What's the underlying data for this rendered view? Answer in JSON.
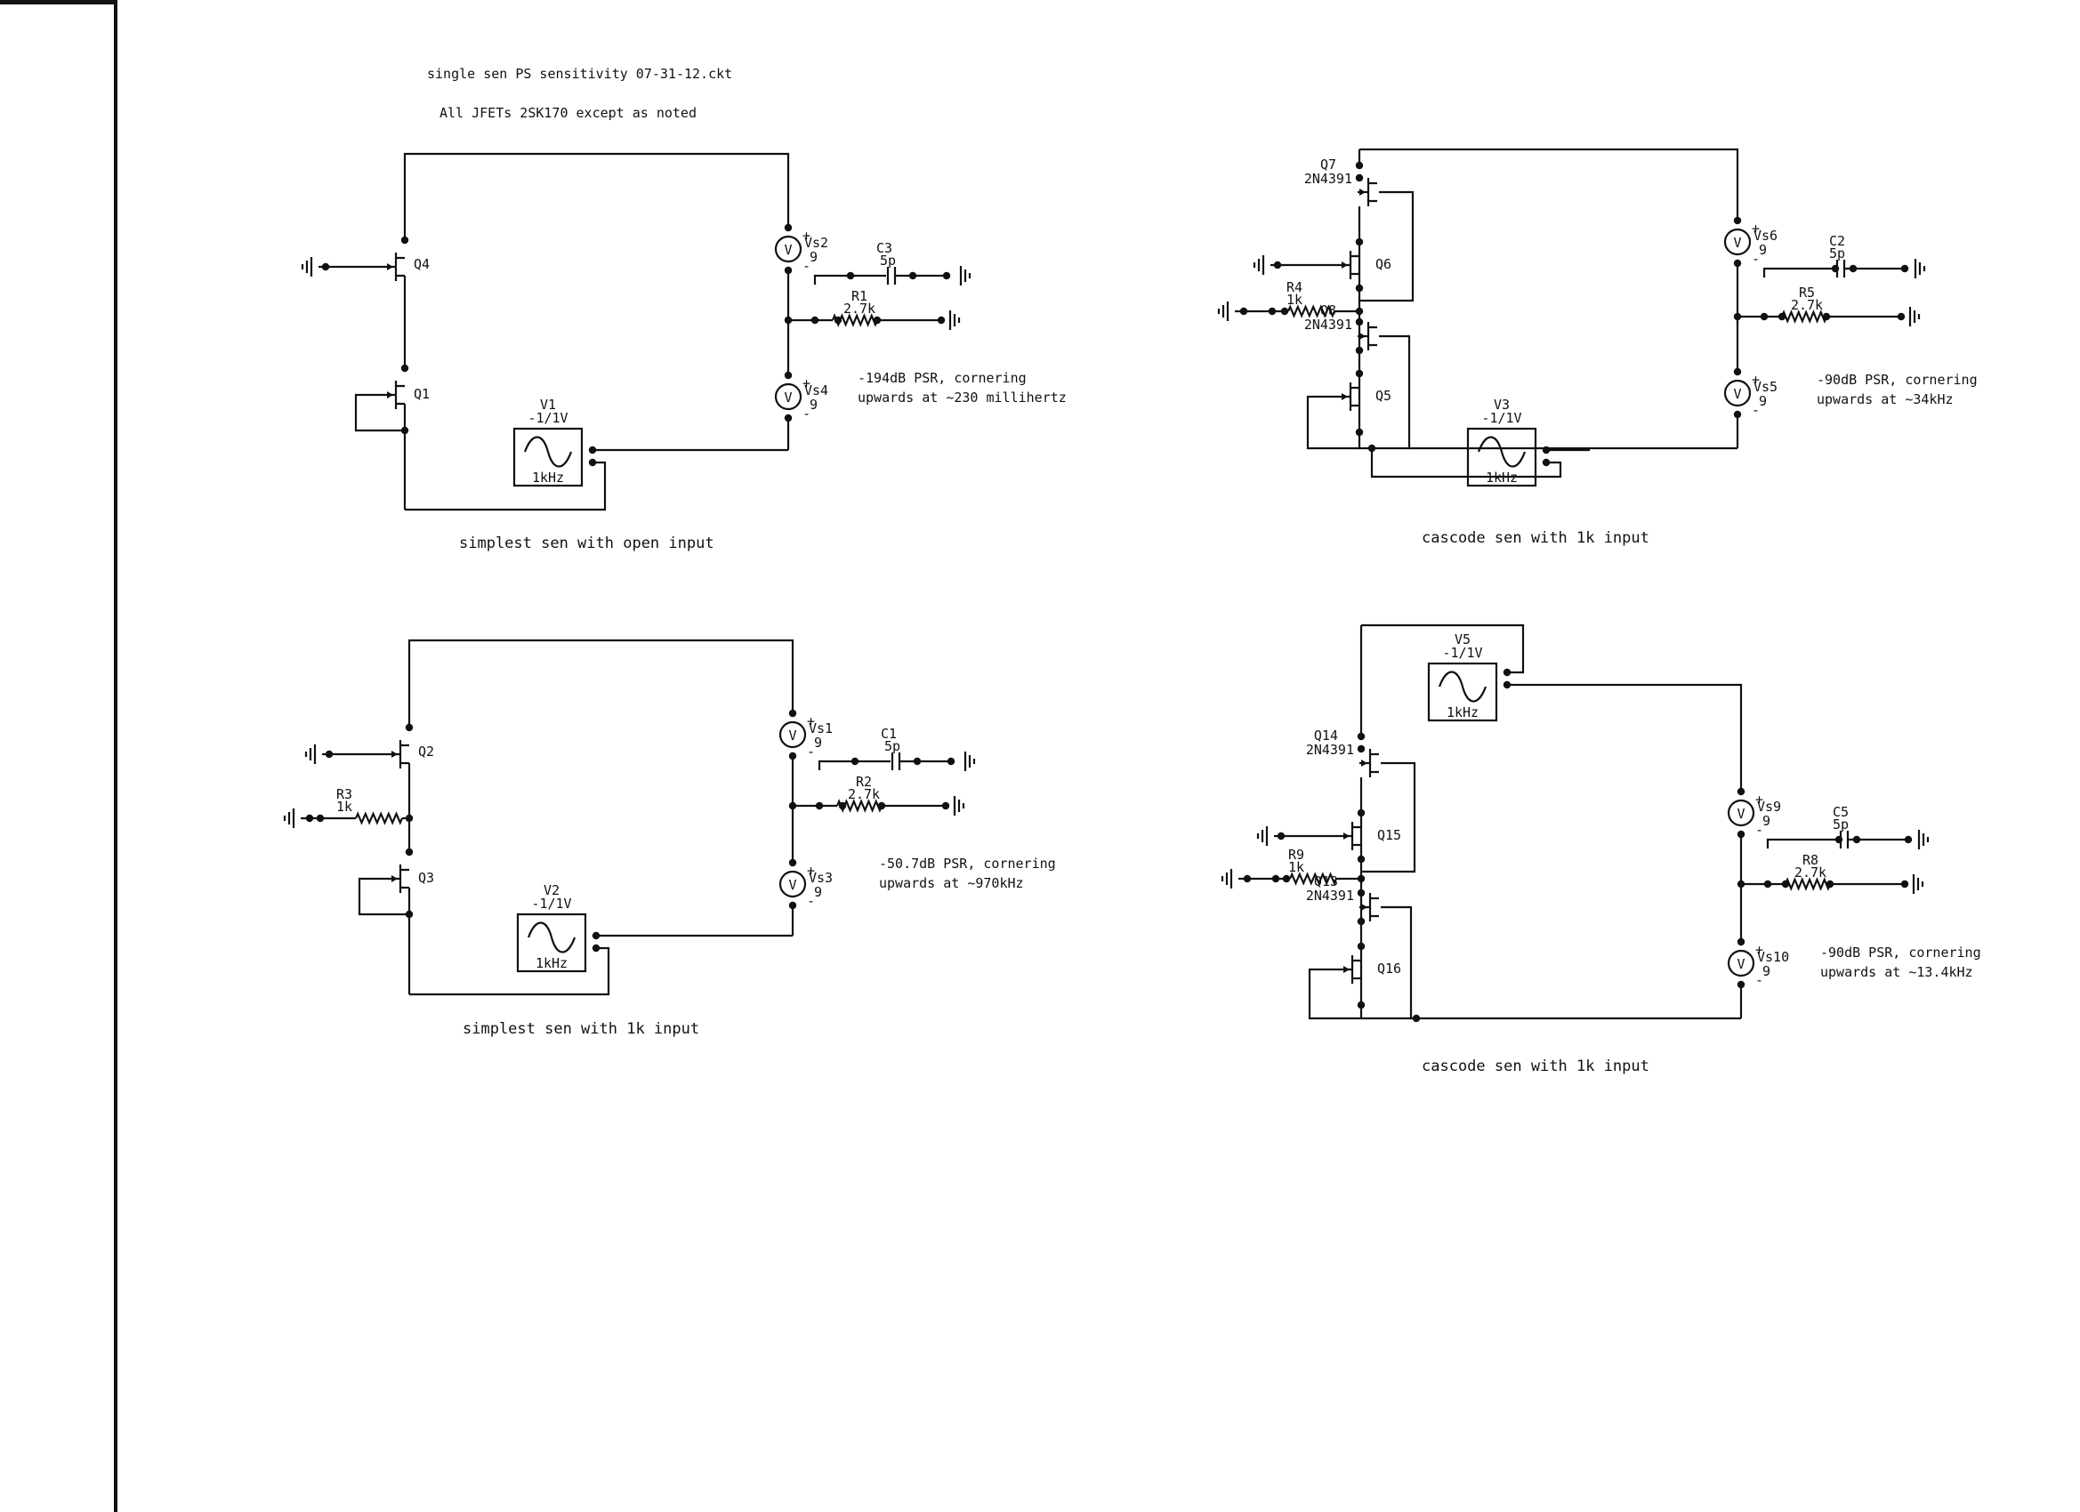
{
  "header": {
    "filename": "single sen PS sensitivity 07-31-12.ckt",
    "note": "All JFETs 2SK170 except as noted"
  },
  "circuits": [
    {
      "caption": "simplest sen with open input",
      "psr_note": [
        "-194dB PSR, cornering",
        "upwards at ~230 millihertz"
      ],
      "parts": {
        "q_top": "Q4",
        "q_bot": "Q1",
        "vs_top": "Vs2",
        "vs_top_val": "9",
        "vs_bot": "Vs4",
        "vs_bot_val": "9",
        "cap": "C3",
        "cap_val": "5p",
        "res": "R1",
        "res_val": "2.7k",
        "src": "V1",
        "src_amp": "-1/1V",
        "src_freq": "1kHz",
        "volt_symbol": "V"
      }
    },
    {
      "caption": "simplest sen with 1k input",
      "psr_note": [
        "-50.7dB PSR, cornering",
        "upwards at ~970kHz"
      ],
      "parts": {
        "q_top": "Q2",
        "q_bot": "Q3",
        "in_res": "R3",
        "in_res_val": "1k",
        "vs_top": "Vs1",
        "vs_top_val": "9",
        "vs_bot": "Vs3",
        "vs_bot_val": "9",
        "cap": "C1",
        "cap_val": "5p",
        "res": "R2",
        "res_val": "2.7k",
        "src": "V2",
        "src_amp": "-1/1V",
        "src_freq": "1kHz",
        "volt_symbol": "V"
      }
    },
    {
      "caption": "cascode sen with 1k input",
      "psr_note": [
        "-90dB PSR, cornering",
        "upwards at ~34kHz"
      ],
      "parts": {
        "q_a": "Q7",
        "q_a_type": "2N4391",
        "q_b": "Q6",
        "q_c": "Q8",
        "q_c_type": "2N4391",
        "q_d": "Q5",
        "in_res": "R4",
        "in_res_val": "1k",
        "vs_top": "Vs6",
        "vs_top_val": "9",
        "vs_bot": "Vs5",
        "vs_bot_val": "9",
        "cap": "C2",
        "cap_val": "5p",
        "res": "R5",
        "res_val": "2.7k",
        "src": "V3",
        "src_amp": "-1/1V",
        "src_freq": "1kHz",
        "volt_symbol": "V"
      }
    },
    {
      "caption": "cascode sen with 1k input",
      "psr_note": [
        "-90dB PSR, cornering",
        "upwards at ~13.4kHz"
      ],
      "parts": {
        "q_a": "Q14",
        "q_a_type": "2N4391",
        "q_b": "Q15",
        "q_c": "Q13",
        "q_c_type": "2N4391",
        "q_d": "Q16",
        "in_res": "R9",
        "in_res_val": "1k",
        "vs_top": "Vs9",
        "vs_top_val": "9",
        "vs_bot": "Vs10",
        "vs_bot_val": "9",
        "cap": "C5",
        "cap_val": "5p",
        "res": "R8",
        "res_val": "2.7k",
        "src": "V5",
        "src_amp": "-1/1V",
        "src_freq": "1kHz",
        "volt_symbol": "V"
      }
    }
  ]
}
